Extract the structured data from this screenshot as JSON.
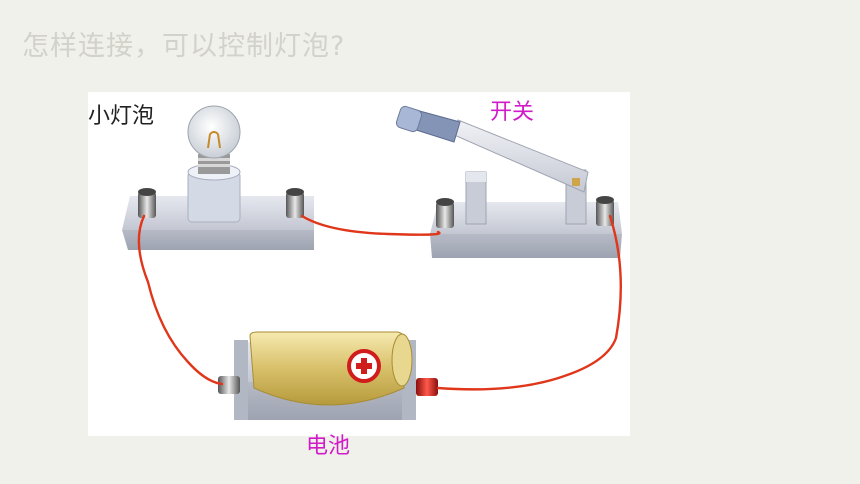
{
  "slide": {
    "question": "怎样连接，可以控制灯泡?"
  },
  "labels": {
    "bulb": "小灯泡",
    "switch": "开关",
    "battery": "电池"
  },
  "colors": {
    "background": "#f1f1ec",
    "question_text": "#d2d2cb",
    "wire": "#e0361a",
    "label_accent": "#d21bc8",
    "base_block": "#c9ccd6"
  },
  "icons": {
    "battery_symbol": "plus-circle-icon"
  }
}
